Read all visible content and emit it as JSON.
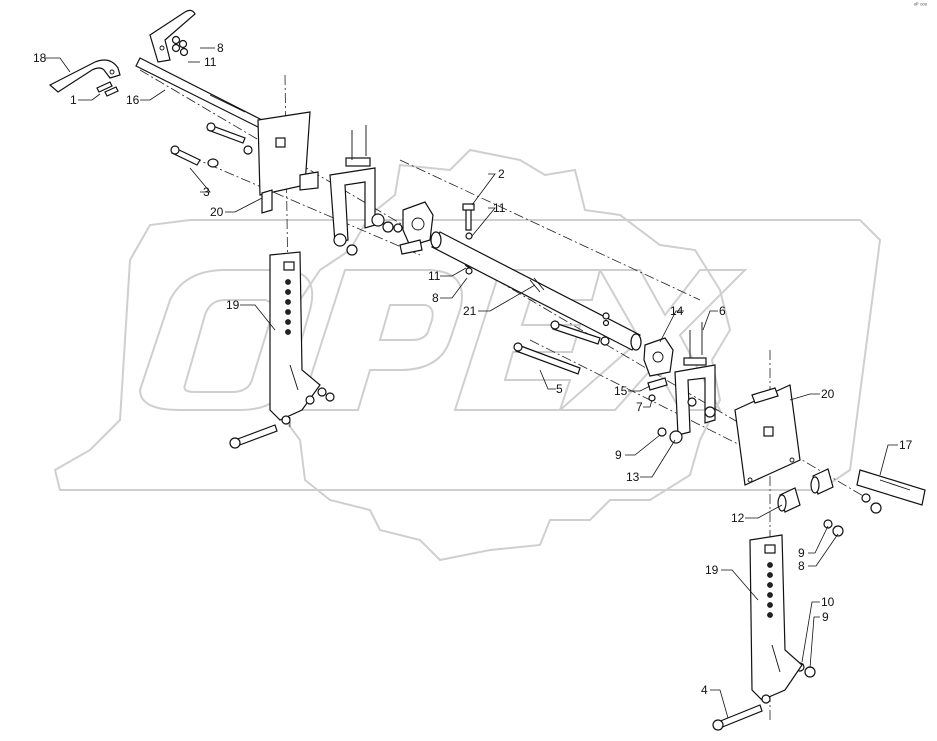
{
  "corner_mark": "ᵒᴾ ᵒᵒᵒ",
  "watermark_text": "OPEX",
  "callouts": {
    "c18": "18",
    "c1": "1",
    "c8a": "8",
    "c11a": "11",
    "c16": "16",
    "c3": "3",
    "c20a": "20",
    "c2": "2",
    "c11b": "11",
    "c11c": "11",
    "c8b": "8",
    "c21": "21",
    "c19a": "19",
    "c14": "14",
    "c6": "6",
    "c5": "5",
    "c15": "15",
    "c7": "7",
    "c9a": "9",
    "c13": "13",
    "c20b": "20",
    "c17": "17",
    "c12": "12",
    "c9b": "9",
    "c8c": "8",
    "c19b": "19",
    "c10": "10",
    "c9c": "9",
    "c4": "4"
  }
}
